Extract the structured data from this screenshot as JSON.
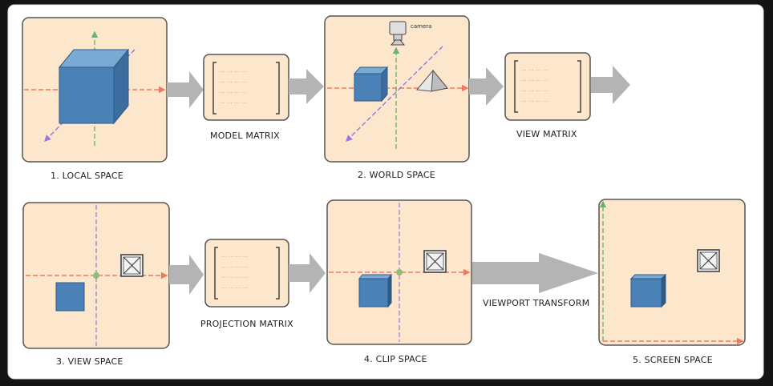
{
  "colors": {
    "panel_fill": "#fce6cc",
    "panel_border": "#555555",
    "cube": "#4a82b8",
    "arrow": "#b4b4b4",
    "axis_x": "#f07860",
    "axis_y": "#70b070",
    "axis_z": "#9878e0"
  },
  "labels": {
    "local_space": "1. LOCAL SPACE",
    "world_space": "2. WORLD SPACE",
    "view_space": "3. VIEW SPACE",
    "clip_space": "4. CLIP SPACE",
    "screen_space": "5. SCREEN SPACE",
    "model_matrix": "MODEL MATRIX",
    "view_matrix": "VIEW MATRIX",
    "projection_matrix": "PROJECTION MATRIX",
    "viewport_transform": "VIEWPORT TRANSFORM",
    "camera": "camera"
  },
  "icons": {
    "cube": "cube-icon",
    "camera": "camera-icon",
    "pyramid": "pyramid-icon",
    "boxed_x": "boxed-x-icon",
    "arrow": "arrow-right-icon"
  }
}
